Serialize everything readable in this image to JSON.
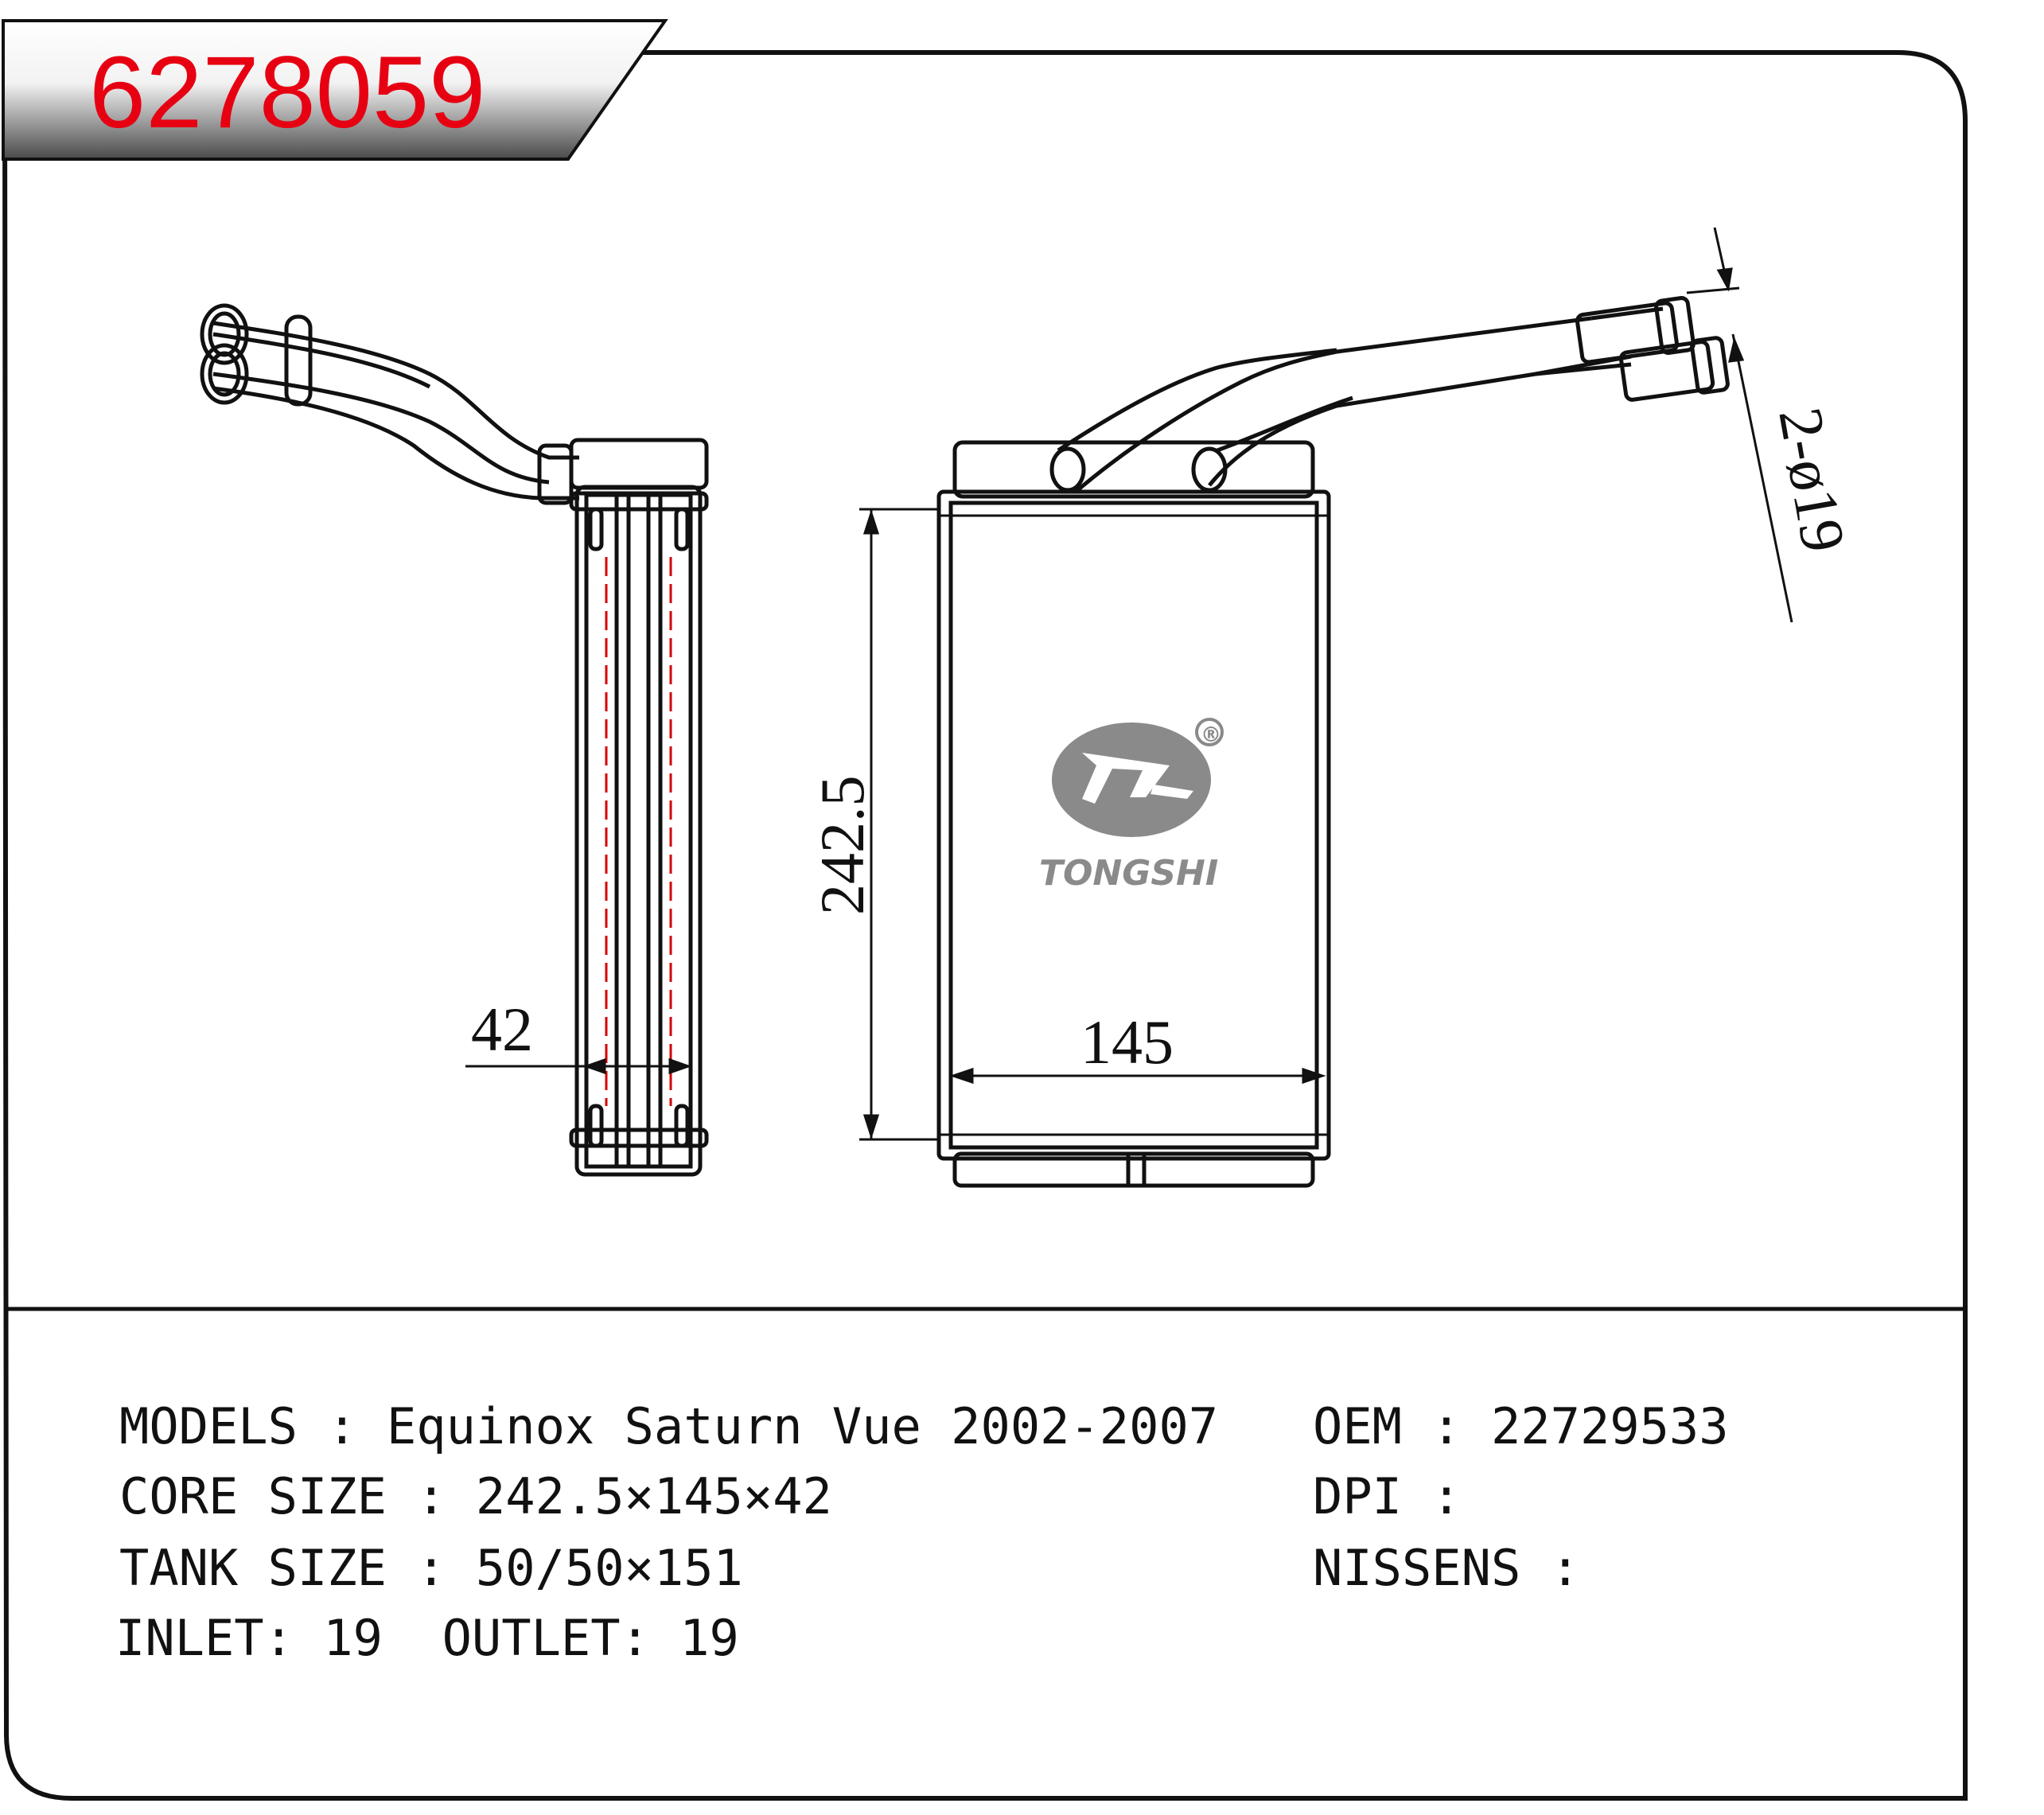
{
  "part_number": "6278059",
  "logo": {
    "name": "TONGSHI",
    "mark": "®"
  },
  "dimensions": {
    "height": "242.5",
    "width": "145",
    "depth": "42",
    "pipe": "2-ø19"
  },
  "specs": {
    "models": "MODELS : Equinox Saturn Vue 2002-2007",
    "core_size": "CORE SIZE : 242.5×145×42",
    "tank_size": "TANK SIZE : 50/50×151",
    "inlet_outlet": "INLET: 19  OUTLET: 19",
    "oem": "OEM : 22729533",
    "dpi": "DPI :",
    "nissens": "NISSENS :"
  },
  "colors": {
    "title": "#e60012",
    "line": "#111111",
    "logo": "#8a8a8a"
  }
}
